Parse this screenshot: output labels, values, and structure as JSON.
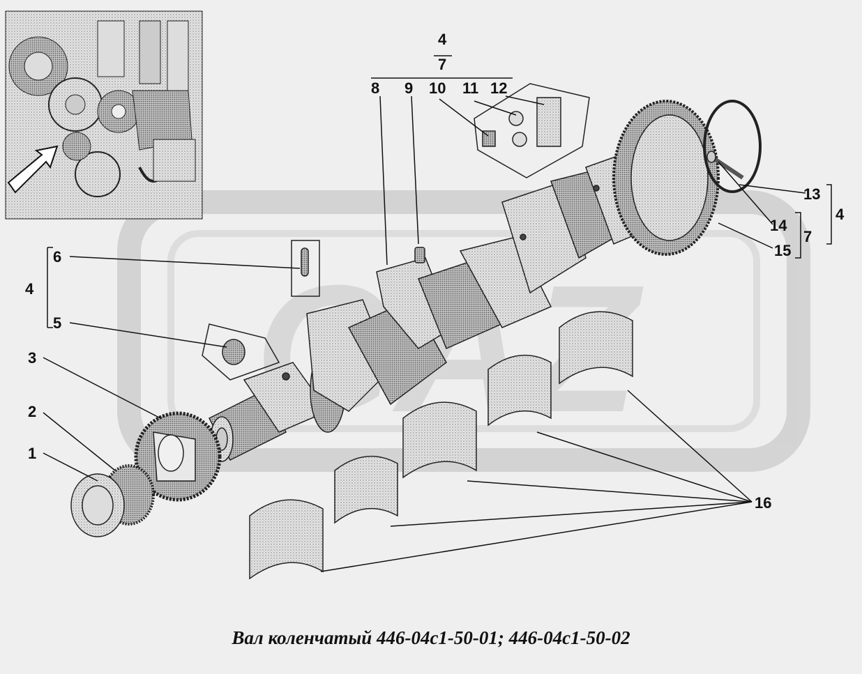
{
  "diagram": {
    "caption": "Вал коленчатый 446-04с1-50-01; 446-04с1-50-02",
    "callouts": {
      "c1": "1",
      "c2": "2",
      "c3": "3",
      "c4_left": "4",
      "c5": "5",
      "c6": "6",
      "c4_top": "4",
      "c7_top": "7",
      "c8": "8",
      "c9": "9",
      "c10": "10",
      "c11": "11",
      "c12": "12",
      "c13": "13",
      "c14": "14",
      "c15": "15",
      "c16": "16",
      "c7_right": "7",
      "c4_right": "4"
    },
    "watermark": "GAZ"
  },
  "colors": {
    "ink": "#111111",
    "background": "#efefef",
    "watermark": "#c6c6c6",
    "part_fill": "#d8d8d8"
  }
}
